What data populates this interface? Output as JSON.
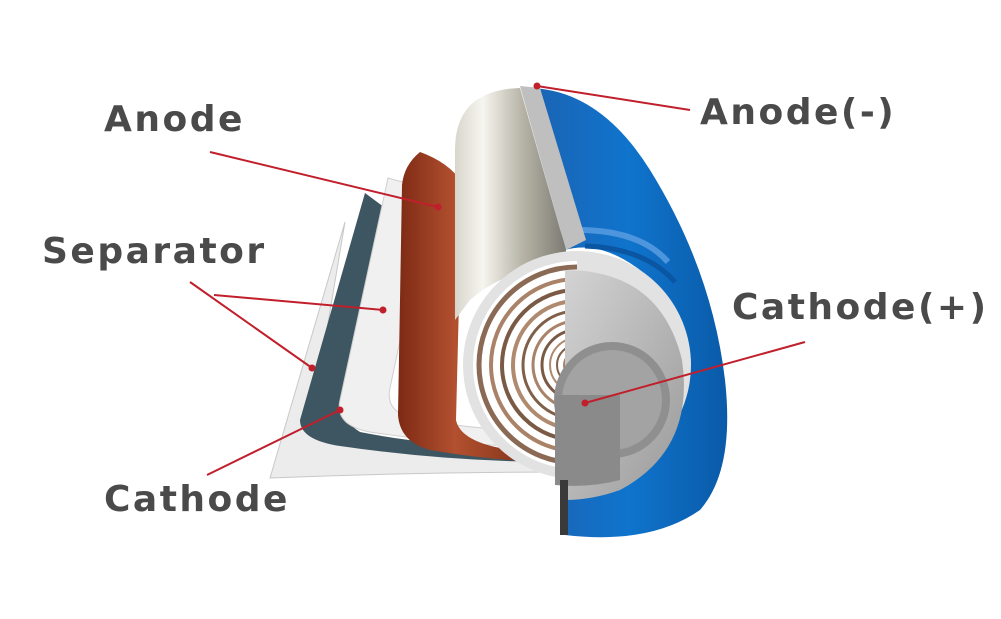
{
  "labels": {
    "anode": "Anode",
    "separator": "Separator",
    "cathode": "Cathode",
    "anode_terminal": "Anode(-)",
    "cathode_terminal": "Cathode(+)"
  },
  "colors": {
    "label_text": "#4a4a4a",
    "leader_line": "#c01f2b",
    "casing_blue": "#1a6bbf",
    "anode_copper": "#a8442a",
    "cathode_sheet": "#3d5560",
    "separator_sheet": "#e6e6e6"
  }
}
